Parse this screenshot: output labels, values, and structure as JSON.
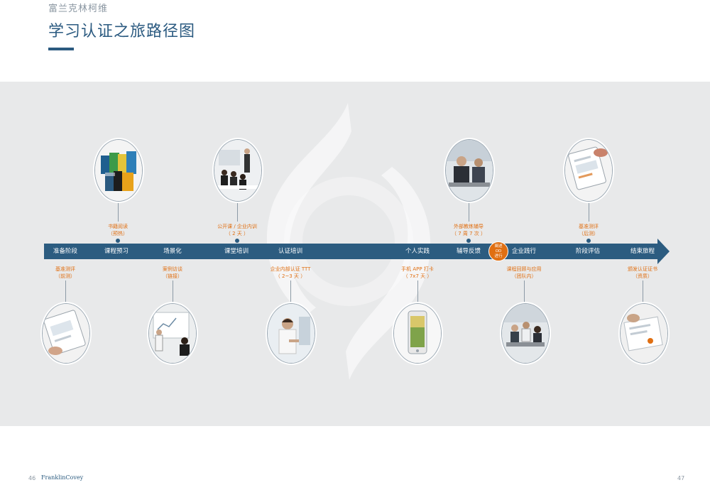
{
  "header": {
    "brand": "富兰克林柯维",
    "title": "学习认证之旅路径图"
  },
  "timeline": {
    "stages": [
      "准备阶段",
      "课程预习",
      "场景化",
      "课堂培训",
      "认证培训",
      "个人实践",
      "辅导反馈",
      "企业践行",
      "阶段评估",
      "结束旅程"
    ],
    "badge": [
      "阐述",
      "OD",
      "进行"
    ]
  },
  "notes_top": [
    {
      "l1": "书籍阅读",
      "l2": "（预热）"
    },
    {
      "l1": "公开课 / 企业内训",
      "l2": "（ 2 天 ）"
    },
    {
      "l1": "外部教练辅导",
      "l2": "（ 7 周 7 次 ）"
    },
    {
      "l1": "基准测评",
      "l2": "（后测）"
    }
  ],
  "notes_bottom": [
    {
      "l1": "基准测评",
      "l2": "（前测）"
    },
    {
      "l1": "案例访谈",
      "l2": "（链接）"
    },
    {
      "l1": "企业内部认证 TTT",
      "l2": "（ 2~3 天 ）"
    },
    {
      "l1": "手机 APP 打卡",
      "l2": "（ 7x7 天 ）"
    },
    {
      "l1": "课程回顾与应用",
      "l2": "（团队内）"
    },
    {
      "l1": "颁发认证证书",
      "l2": "（资质）"
    }
  ],
  "photos": [
    "books-icon",
    "classroom-icon",
    "coaching-icon",
    "tablet-report-icon",
    "tablet-chart-icon",
    "whiteboard-icon",
    "presenter-icon",
    "mobile-app-icon",
    "team-meeting-icon",
    "certificate-icon"
  ],
  "footer": {
    "left_page": "46",
    "right_page": "47",
    "logo": "FranklinCovey"
  },
  "colors": {
    "accent": "#e06f12",
    "primary": "#2c5c80",
    "band": "#e8e9ea"
  }
}
